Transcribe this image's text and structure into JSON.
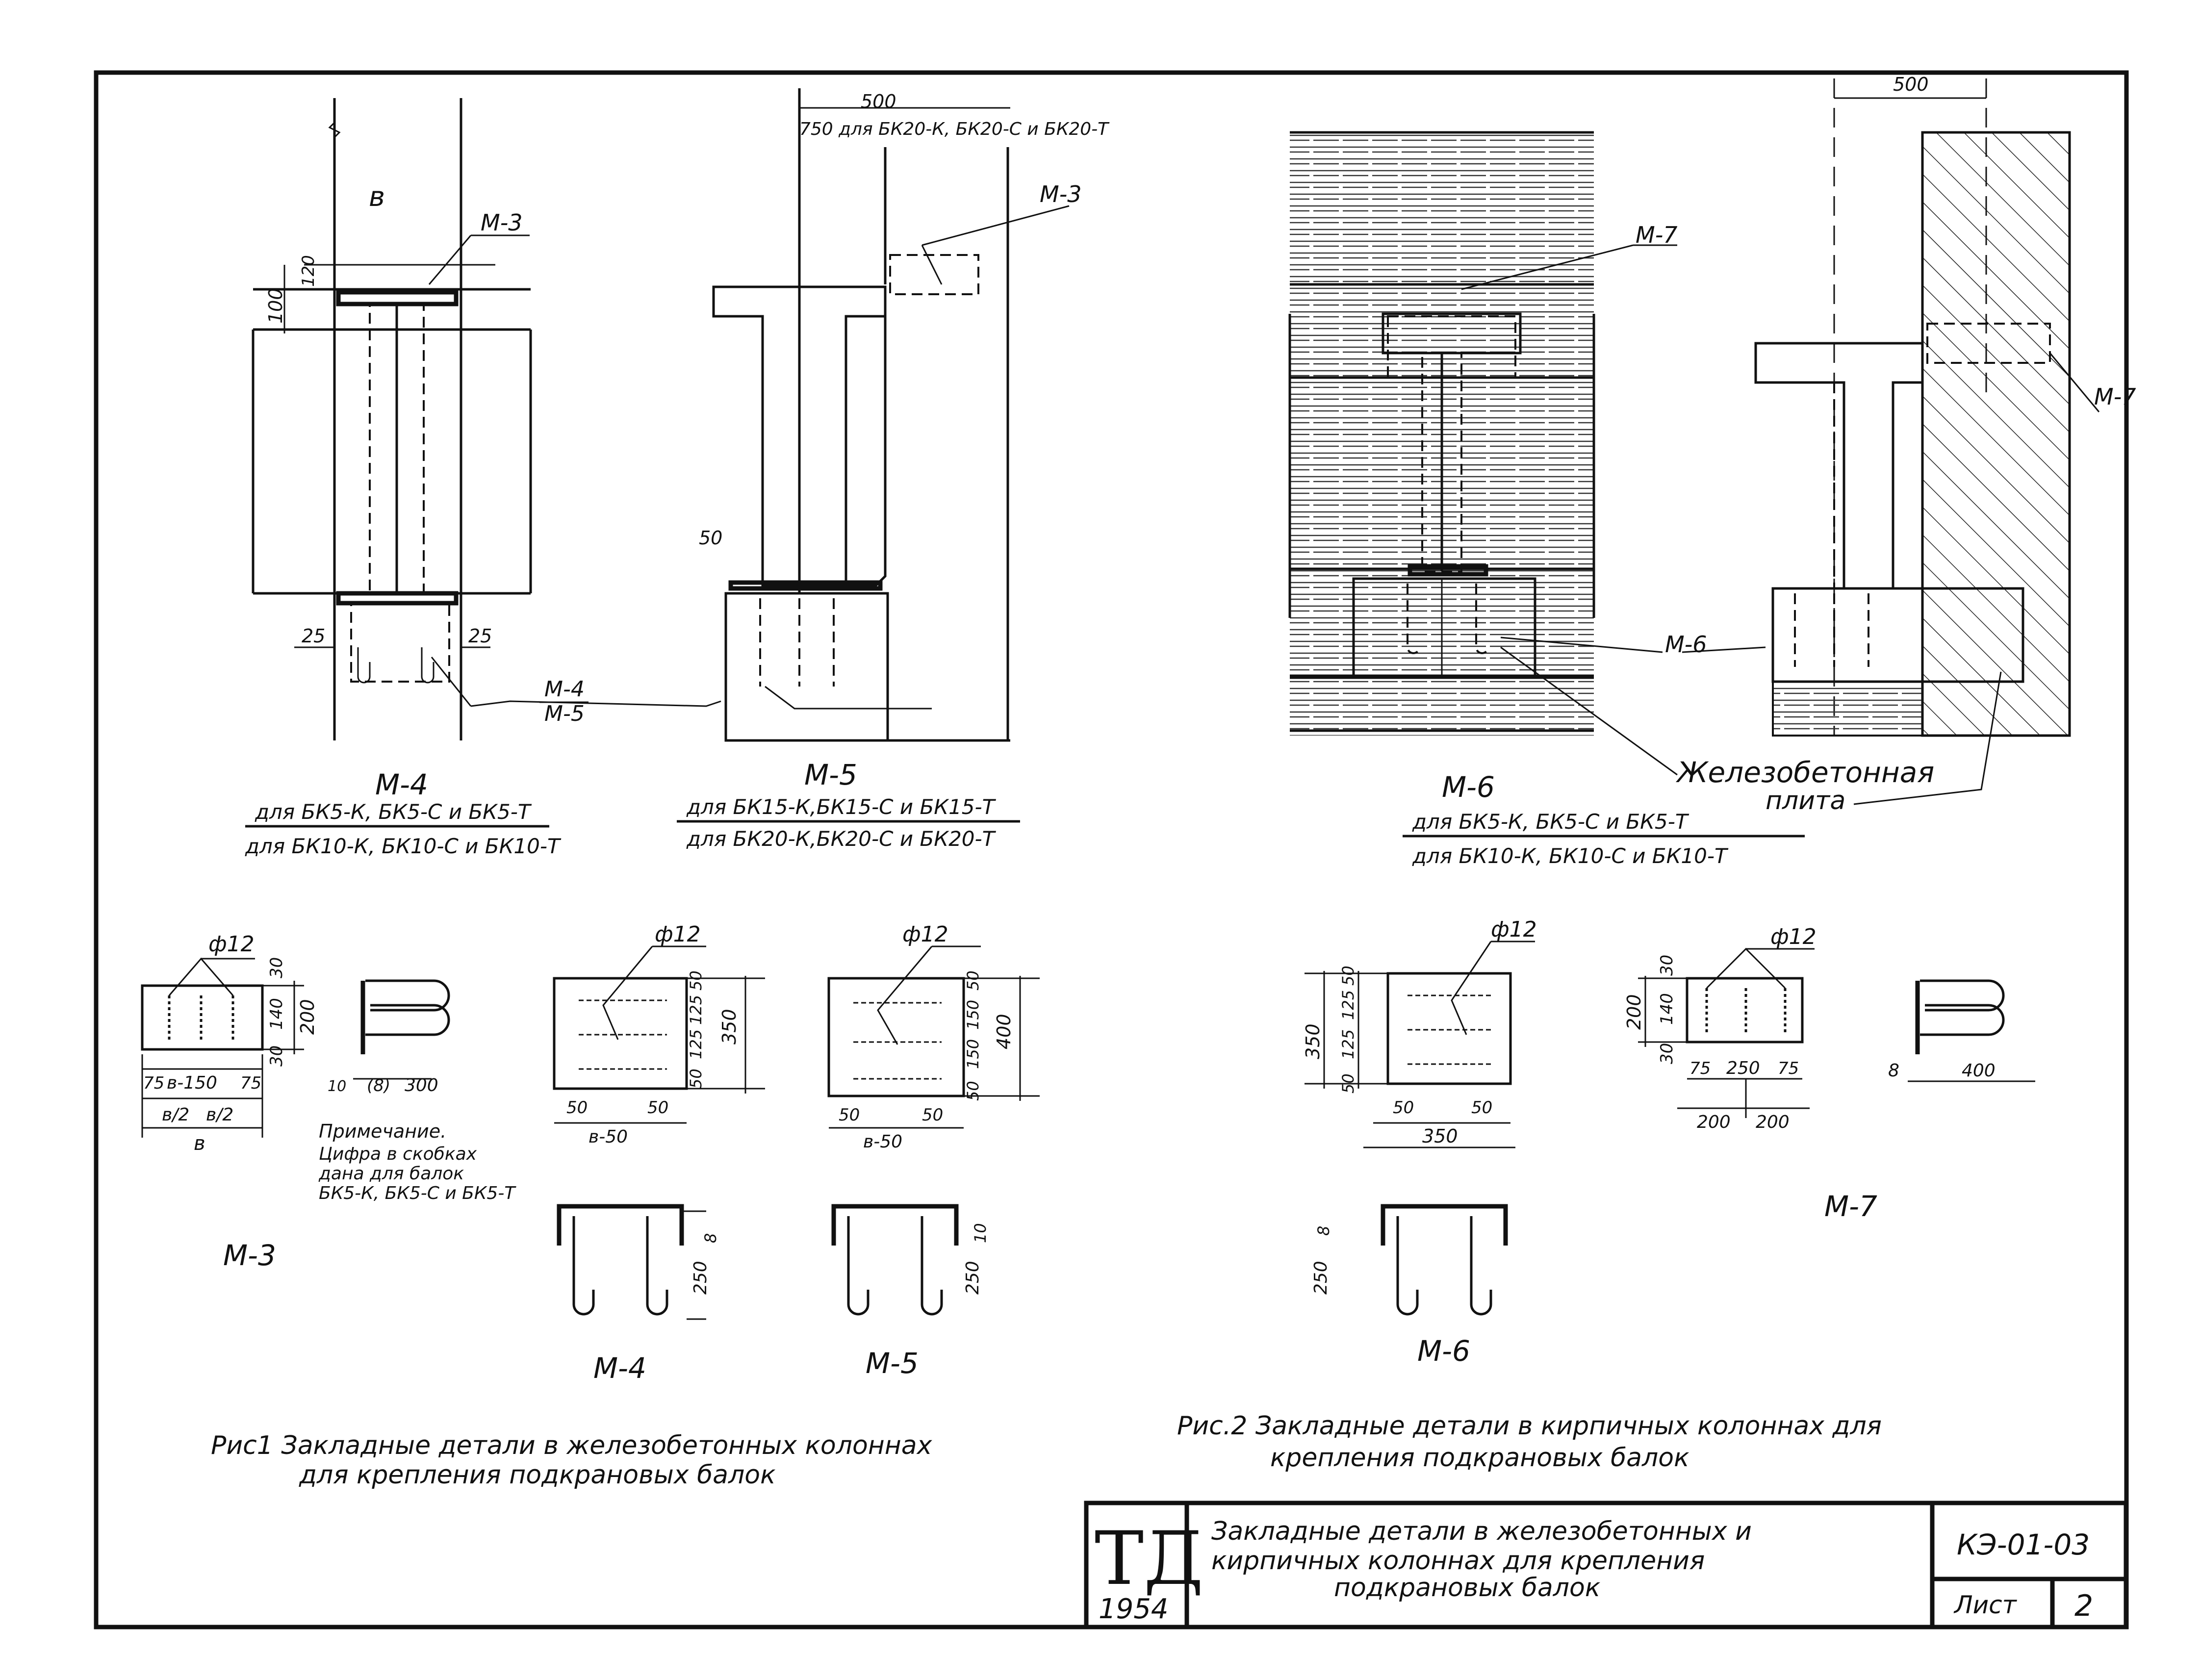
{
  "fig1": {
    "m4_label": "М-4",
    "m4_note1": "для БК5-К, БК5-С и БК5-Т",
    "m4_note2": "для БК10-К, БК10-С и БК10-Т",
    "m5_label": "М-5",
    "m5_note1": "для БК15-К,БК15-С и БК15-Т",
    "m5_note2": "для БК20-К,БК20-С и БК20-Т",
    "top_dim": "500",
    "top_dim_note": "750 для БК20-К, БК20-С и БК20-Т",
    "callout_m3": "М-3",
    "callout_m3_right": "М-3",
    "callout_m45_a": "М-4",
    "callout_m45_b": "М-5",
    "dim_b": "в",
    "dim_100": "100",
    "dim_120": "120",
    "dim_25l": "25",
    "dim_25r": "25",
    "dim_50": "50",
    "caption_line1": "Рис1 Закладные детали в железобетонных колоннах",
    "caption_line2": "для крепления подкрановых балок"
  },
  "fig2": {
    "top_dim": "500",
    "callout_m7": "М-7",
    "callout_m7_right": "М-7",
    "callout_m6": "М-6",
    "slab_label_1": "Железобетонная",
    "slab_label_2": "плита",
    "m6_label": "М-6",
    "m6_note1": "для БК5-К, БК5-С и БК5-Т",
    "m6_note2": "для БК10-К, БК10-С и БК10-Т",
    "caption_line1": "Рис.2 Закладные детали в кирпичных колоннах для",
    "caption_line2": "крепления подкрановых балок"
  },
  "details": {
    "m3": {
      "label": "М-3",
      "phi": "ф12",
      "d30a": "30",
      "d140": "140",
      "d200": "200",
      "d30b": "30",
      "d75a": "75",
      "d_b150": "в-150",
      "d75b": "75",
      "b2a": "в/2",
      "b2b": "в/2",
      "b": "в",
      "d10": "10",
      "d8": "(8)",
      "d300": "300"
    },
    "note": {
      "title": "Примечание.",
      "l1": "Цифра в скобках",
      "l2": "дана для балок",
      "l3": "БК5-К, БК5-С и БК5-Т"
    },
    "m4": {
      "label": "М-4",
      "phi": "ф12",
      "d50a": "50",
      "d125a": "125",
      "d125b": "125",
      "d50b": "50",
      "d350": "350",
      "d50l": "50",
      "d50r": "50",
      "d_b50": "в-50",
      "d8": "8",
      "d250": "250"
    },
    "m5": {
      "label": "М-5",
      "phi": "ф12",
      "d50a": "50",
      "d150a": "150",
      "d150b": "150",
      "d50b": "50",
      "d400": "400",
      "d50l": "50",
      "d50r": "50",
      "d_b50": "в-50",
      "d10": "10",
      "d250": "250"
    },
    "m6": {
      "label": "М-6",
      "phi": "ф12",
      "d350v": "350",
      "d50a": "50",
      "d125a": "125",
      "d125b": "125",
      "d50b": "50",
      "d50l": "50",
      "d50r": "50",
      "d350h": "350",
      "d8": "8",
      "d250": "250"
    },
    "m7": {
      "label": "М-7",
      "phi": "ф12",
      "d30a": "30",
      "d140": "140",
      "d200v": "200",
      "d30b": "30",
      "d75a": "75",
      "d250": "250",
      "d75b": "75",
      "d200a": "200",
      "d200b": "200",
      "d8": "8",
      "d400": "400"
    }
  },
  "title_block": {
    "logo_letters": "ТД",
    "logo_year": "1954",
    "title_line1": "Закладные детали в железобетонных и",
    "title_line2": "кирпичных колоннах для крепления",
    "title_line3": "подкрановых балок",
    "code": "КЭ-01-03",
    "sheet_label": "Лист",
    "sheet_number": "2"
  }
}
